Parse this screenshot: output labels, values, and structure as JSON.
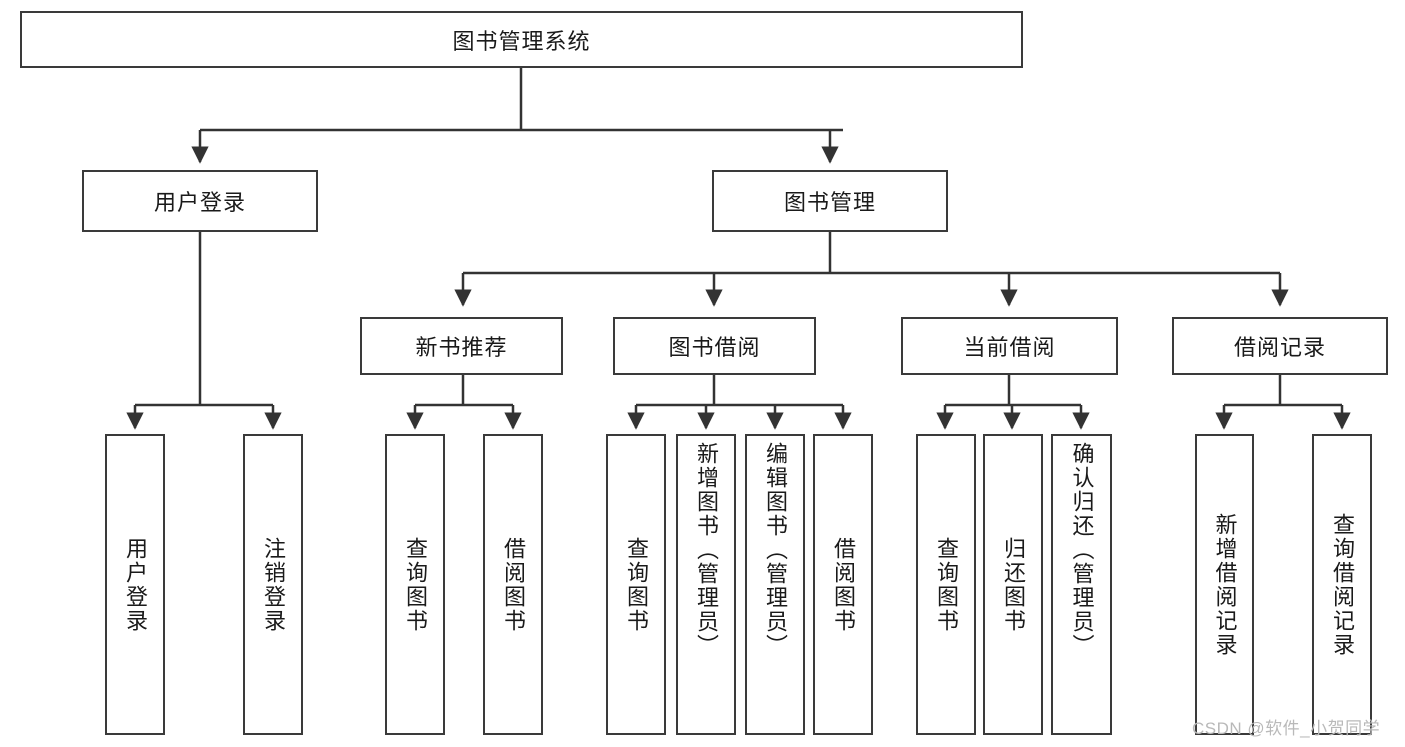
{
  "diagram": {
    "type": "hierarchy-tree",
    "title": "图书管理系统",
    "watermark": "CSDN @软件_小贺同学",
    "colors": {
      "box_border": "#3a3a3a",
      "box_fill": "#ffffff",
      "edge": "#333333",
      "text": "#1a1a1a",
      "watermark": "#b9b9b9"
    },
    "nodes": {
      "root": {
        "label": "图书管理系统"
      },
      "level2": [
        {
          "id": "user-login",
          "label": "用户登录"
        },
        {
          "id": "book-manage",
          "label": "图书管理"
        }
      ],
      "level3": [
        {
          "id": "new-book-rec",
          "label": "新书推荐"
        },
        {
          "id": "book-borrow",
          "label": "图书借阅"
        },
        {
          "id": "current-borrow",
          "label": "当前借阅"
        },
        {
          "id": "borrow-record",
          "label": "借阅记录"
        }
      ],
      "leaves": {
        "user_login": [
          {
            "id": "leaf-user-login",
            "label": "用户登录"
          },
          {
            "id": "leaf-logout",
            "label": "注销登录"
          }
        ],
        "new_book_rec": [
          {
            "id": "leaf-query-book-1",
            "label": "查询图书"
          },
          {
            "id": "leaf-borrow-book-1",
            "label": "借阅图书"
          }
        ],
        "book_borrow": [
          {
            "id": "leaf-query-book-2",
            "label": "查询图书"
          },
          {
            "id": "leaf-add-book",
            "label": "新增图书（管理员）"
          },
          {
            "id": "leaf-edit-book",
            "label": "编辑图书（管理员）"
          },
          {
            "id": "leaf-borrow-book-2",
            "label": "借阅图书"
          }
        ],
        "current_borrow": [
          {
            "id": "leaf-query-book-3",
            "label": "查询图书"
          },
          {
            "id": "leaf-return-book",
            "label": "归还图书"
          },
          {
            "id": "leaf-confirm-return",
            "label": "确认归还（管理员）"
          }
        ],
        "borrow_record": [
          {
            "id": "leaf-add-record",
            "label": "新增借阅记录"
          },
          {
            "id": "leaf-query-record",
            "label": "查询借阅记录"
          }
        ]
      }
    }
  }
}
